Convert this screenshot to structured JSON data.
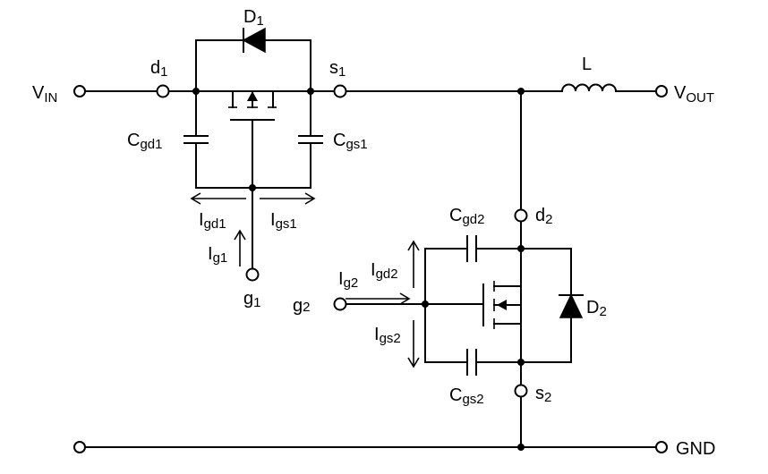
{
  "labels": {
    "vin": {
      "main": "V",
      "sub": "IN"
    },
    "vout": {
      "main": "V",
      "sub": "OUT"
    },
    "gnd": "GND",
    "inductor": "L",
    "d1": {
      "main": "d",
      "sub": "1"
    },
    "s1": {
      "main": "s",
      "sub": "1"
    },
    "g1": {
      "main": "g",
      "sub": "1"
    },
    "diode1": {
      "main": "D",
      "sub": "1"
    },
    "cgd1": {
      "main": "C",
      "sub": "gd1"
    },
    "cgs1": {
      "main": "C",
      "sub": "gs1"
    },
    "igd1": {
      "main": "I",
      "sub": "gd1"
    },
    "igs1": {
      "main": "I",
      "sub": "gs1"
    },
    "ig1": {
      "main": "I",
      "sub": "g1"
    },
    "d2": {
      "main": "d",
      "sub": "2"
    },
    "s2": {
      "main": "s",
      "sub": "2"
    },
    "g2": {
      "main": "g",
      "sub": "2"
    },
    "diode2": {
      "main": "D",
      "sub": "2"
    },
    "cgd2": {
      "main": "C",
      "sub": "gd2"
    },
    "cgs2": {
      "main": "C",
      "sub": "gs2"
    },
    "igd2": {
      "main": "I",
      "sub": "gd2"
    },
    "igs2": {
      "main": "I",
      "sub": "gs2"
    },
    "ig2": {
      "main": "I",
      "sub": "g2"
    }
  }
}
